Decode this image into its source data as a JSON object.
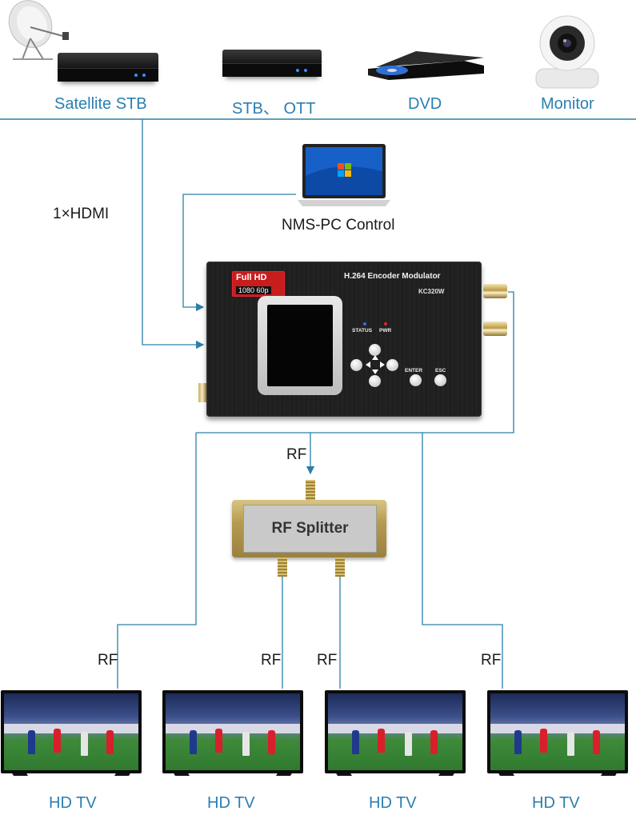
{
  "sources": [
    {
      "label": "Satellite STB",
      "icon": "satellite-dish-icon"
    },
    {
      "label": "STB、 OTT",
      "icon": "set-top-box-icon"
    },
    {
      "label": "DVD",
      "icon": "dvd-player-icon"
    },
    {
      "label": "Monitor",
      "icon": "ip-camera-icon"
    }
  ],
  "link_labels": {
    "hdmi": "1×HDMI",
    "nms": "NMS-PC Control",
    "rf": "RF"
  },
  "encoder": {
    "badge_top": "Full HD",
    "badge_bottom": "1080 60p",
    "title": "H.264 Encoder Modulator",
    "model": "KC320W",
    "status_label": "STATUS",
    "pwr_label": "PWR",
    "enter_label": "ENTER",
    "esc_label": "ESC"
  },
  "splitter": {
    "label": "RF Splitter"
  },
  "tvs": [
    {
      "label": "HD TV"
    },
    {
      "label": "HD TV"
    },
    {
      "label": "HD TV"
    },
    {
      "label": "HD TV"
    }
  ],
  "colors": {
    "wire": "#2b7fa7",
    "label": "#2a7fb0",
    "badge": "#c81d1d"
  }
}
